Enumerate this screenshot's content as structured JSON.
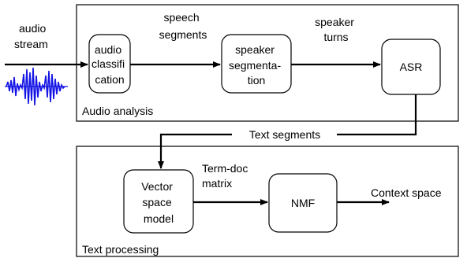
{
  "input": {
    "label_line1": "audio",
    "label_line2": "stream"
  },
  "audio_panel": {
    "title": "Audio analysis",
    "nodes": {
      "classification": [
        "audio",
        "classifi",
        "cation"
      ],
      "segmentation": [
        "speaker",
        "segmenta-",
        "tion"
      ],
      "asr": [
        "ASR"
      ]
    },
    "edges": {
      "speech_segments": [
        "speech",
        "segments"
      ],
      "speaker_turns": [
        "speaker",
        "turns"
      ]
    }
  },
  "link": {
    "text_segments": "Text segments"
  },
  "text_panel": {
    "title": "Text processing",
    "nodes": {
      "vector_space_model": [
        "Vector",
        "space",
        "model"
      ],
      "nmf": [
        "NMF"
      ]
    },
    "edges": {
      "term_doc_matrix": [
        "Term-doc",
        "matrix"
      ]
    }
  },
  "output": {
    "label": "Context space"
  },
  "colors": {
    "waveform": "#1414e6",
    "stroke": "#000000"
  }
}
